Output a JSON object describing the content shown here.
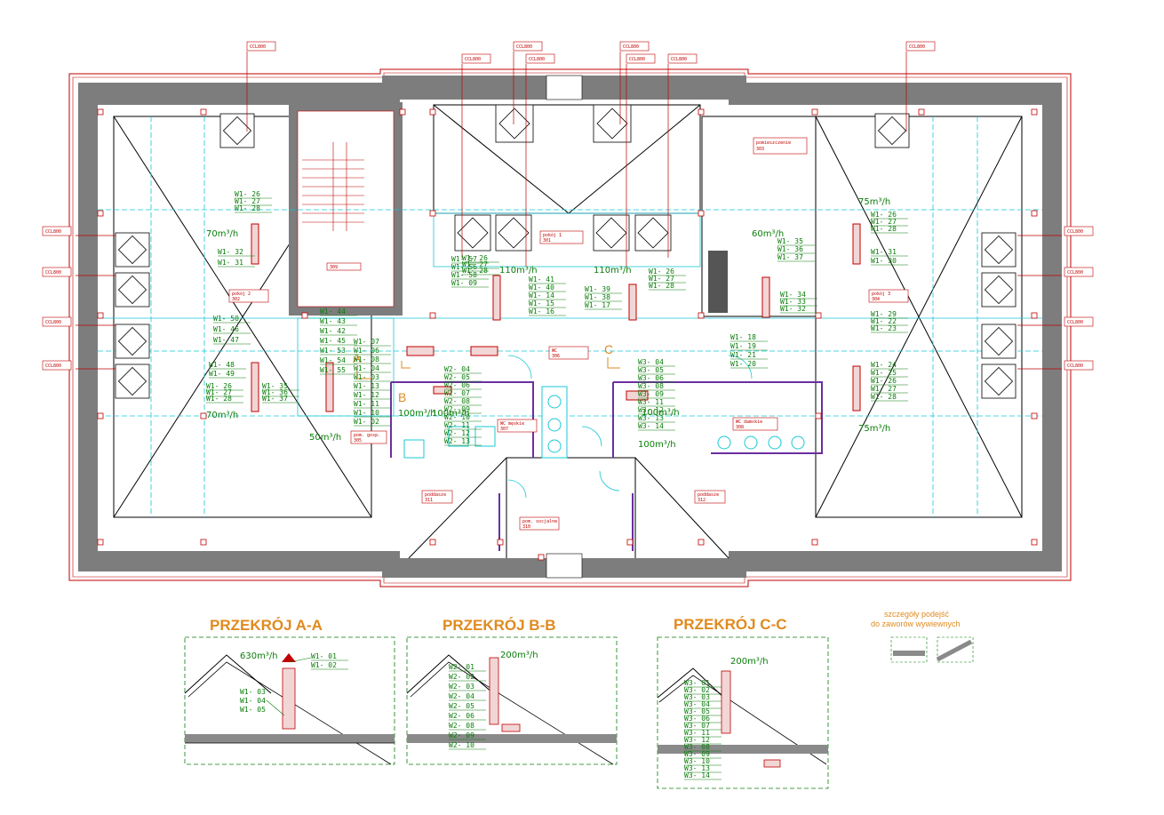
{
  "colors": {
    "wall": "#7d7d7d",
    "accent_cyan": "#19c8d6",
    "tag_red": "#c00000",
    "label_green": "#0a7d0a",
    "title_orange": "#e08a1e",
    "partition_purple": "#6b2fa0"
  },
  "tags": {
    "roof_penetration": "CCL800"
  },
  "rooms": {
    "stair": {
      "number": "309"
    },
    "room_301": {
      "name": "pokój 1",
      "number": "301"
    },
    "room_302": {
      "name": "pokój 2",
      "number": "302"
    },
    "room_303": {
      "name": "pomieszczenie",
      "number": "303"
    },
    "room_304": {
      "name": "pokój 3",
      "number": "304"
    },
    "room_305": {
      "name": "pom. gosp.",
      "number": "305"
    },
    "room_306": {
      "name": "WC",
      "number": "306"
    },
    "room_307": {
      "name": "WC męskie",
      "number": "307"
    },
    "room_308": {
      "name": "WC damskie",
      "number": "308"
    },
    "room_310": {
      "name": "pom. socjalne",
      "number": "310"
    },
    "room_311": {
      "name": "poddasze",
      "number": "311"
    },
    "room_312": {
      "name": "poddasze",
      "number": "312"
    }
  },
  "plan_labels": {
    "left_upper": [
      "W1- 26",
      "W1- 27",
      "W1- 28"
    ],
    "left_side": [
      "W1- 32",
      "W1- 31"
    ],
    "left_mid": [
      "W1- 50",
      "W1- 46",
      "W1- 47"
    ],
    "left_lower": [
      "W1- 48",
      "W1- 49"
    ],
    "left_bottom": [
      "W1- 26",
      "W1- 27",
      "W1- 28"
    ],
    "left_bottom2": [
      "W1- 35",
      "W1- 36",
      "W1- 37"
    ],
    "center_left": [
      "W1- 57",
      "W1- 56",
      "W1- 58",
      "W1- 09"
    ],
    "center_mid": [
      "W1- 41",
      "W1- 40",
      "W1- 14",
      "W1- 15",
      "W1- 16"
    ],
    "center_col": [
      "W1- 39",
      "W1- 38",
      "W1- 17"
    ],
    "center_right": [
      "W1- 26",
      "W1- 27",
      "W1- 28"
    ],
    "upper_center": [
      "W1- 26",
      "W1- 27",
      "W1- 28"
    ],
    "right_upper": [
      "W1- 35",
      "W1- 36",
      "W1- 37"
    ],
    "right_side": [
      "W1- 26",
      "W1- 27",
      "W1- 28"
    ],
    "right_side2": [
      "W1- 31",
      "W1- 30"
    ],
    "right_mid": [
      "W1- 34",
      "W1- 33",
      "W1- 32"
    ],
    "right_mid2": [
      "W1- 29",
      "W1- 22",
      "W1- 23"
    ],
    "right_low": [
      "W1- 24",
      "W1- 25",
      "W1- 26",
      "W1- 27",
      "W1- 28"
    ],
    "corridor": [
      "W1- 44",
      "W1- 43",
      "W1- 42",
      "W1- 45",
      "W1- 53",
      "W1- 54",
      "W1- 55"
    ],
    "wc_group": [
      "W1- 07",
      "W1- 06",
      "W1- 08",
      "W1- 04",
      "W1- 03",
      "W1- 13",
      "W1- 12",
      "W1- 11",
      "W1- 10",
      "W1- 02"
    ],
    "b_group": [
      "W2- 04",
      "W2- 05",
      "W2- 06",
      "W2- 07",
      "W2- 08",
      "W2- 09",
      "W2- 10",
      "W2- 11",
      "W2- 12",
      "W2- 13"
    ],
    "c_group": [
      "W3- 04",
      "W3- 05",
      "W3- 06",
      "W3- 08",
      "W3- 09",
      "W3- 11",
      "W3- 12",
      "W3- 13",
      "W3- 14"
    ],
    "right_center": [
      "W1- 18",
      "W1- 19",
      "W1- 21",
      "W1- 20"
    ]
  },
  "flows": {
    "f1": "70m³/h",
    "f2": "60m³/h",
    "f3": "110m³/h",
    "f4": "110m³/h",
    "f5": "75m³/h",
    "f6": "75m³/h",
    "f7": "50m³/h",
    "f8": "70m³/h",
    "f9": "100m³/h",
    "f10": "100m³/h",
    "f11": "100m³/h",
    "f12": "100m³/h"
  },
  "section_markers": {
    "a": "A",
    "b": "B",
    "c": "C"
  },
  "sections": [
    {
      "title": "PRZEKRÓJ A-A",
      "flow": "630m³/h",
      "labels": [
        "W1- 01",
        "W1- 02",
        "W1- 03",
        "W1- 04",
        "W1- 05"
      ]
    },
    {
      "title": "PRZEKRÓJ B-B",
      "flow": "200m³/h",
      "labels": [
        "W2- 01",
        "W2- 02",
        "W2- 03",
        "W2- 04",
        "W2- 05",
        "W2- 06",
        "W2- 08",
        "W2- 09",
        "W2- 10"
      ]
    },
    {
      "title": "PRZEKRÓJ C-C",
      "flow": "200m³/h",
      "labels": [
        "W3- 01",
        "W3- 02",
        "W3- 03",
        "W3- 04",
        "W3- 05",
        "W3- 06",
        "W3- 07",
        "W3- 11",
        "W3- 12",
        "W3- 08",
        "W3- 09",
        "W3- 10",
        "W3- 13",
        "W3- 14"
      ]
    }
  ],
  "details": {
    "line1": "szczegóły podejść",
    "line2": "do zaworów wywiewnych"
  }
}
